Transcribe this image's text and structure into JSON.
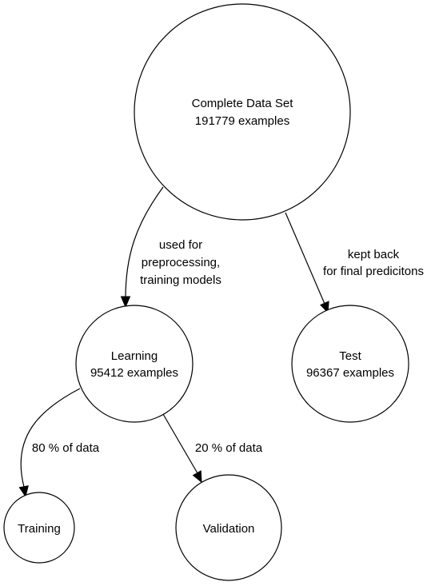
{
  "nodes": {
    "complete": {
      "line1": "Complete Data Set",
      "line2": "191779 examples"
    },
    "learning": {
      "line1": "Learning",
      "line2": "95412 examples"
    },
    "test": {
      "line1": "Test",
      "line2": "96367 examples"
    },
    "training": {
      "line1": "Training"
    },
    "validation": {
      "line1": "Validation"
    }
  },
  "edges": {
    "complete_learning": {
      "line1": "used for",
      "line2": "preprocessing,",
      "line3": "training models"
    },
    "complete_test": {
      "line1": "kept back",
      "line2": "for final predicitons"
    },
    "learning_training": {
      "line1": "80 % of data"
    },
    "learning_validation": {
      "line1": "20 % of data"
    }
  }
}
